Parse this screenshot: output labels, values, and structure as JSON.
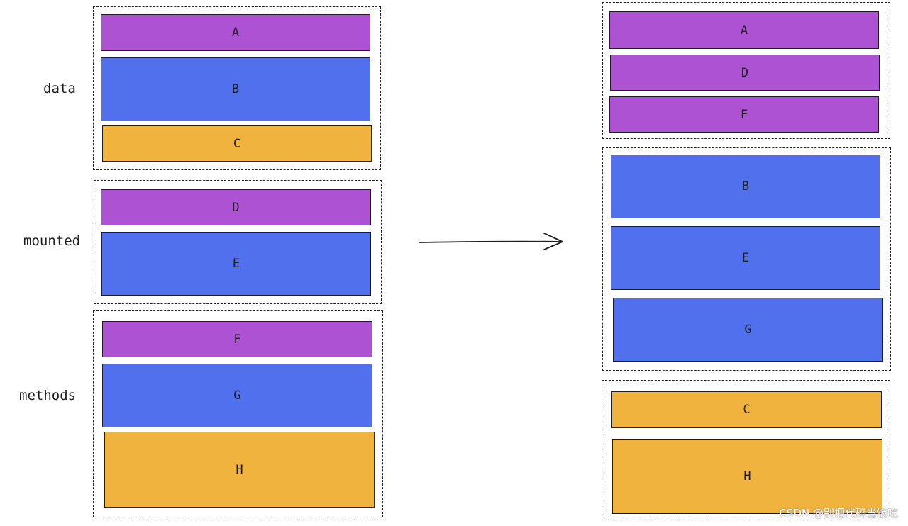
{
  "left": {
    "groups": [
      {
        "label": "data",
        "blocks": [
          "A",
          "B",
          "C"
        ]
      },
      {
        "label": "mounted",
        "blocks": [
          "D",
          "E"
        ]
      },
      {
        "label": "methods",
        "blocks": [
          "F",
          "G",
          "H"
        ]
      }
    ]
  },
  "right": {
    "groups": [
      {
        "blocks": [
          "A",
          "D",
          "F"
        ]
      },
      {
        "blocks": [
          "B",
          "E",
          "G"
        ]
      },
      {
        "blocks": [
          "C",
          "H"
        ]
      }
    ]
  },
  "colors": {
    "purple": "#ae52d4",
    "blue": "#5070ee",
    "orange": "#f0b33d",
    "stroke": "#1e1e1e"
  },
  "watermark": "CSDN @别把代码当饭吃"
}
